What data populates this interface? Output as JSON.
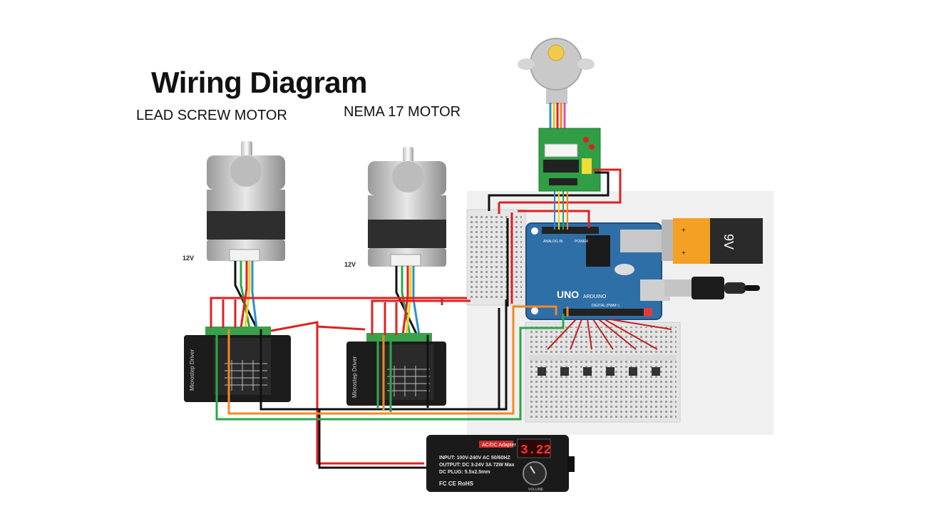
{
  "title": "Wiring Diagram",
  "lead_screw_label": "LEAD SCREW MOTOR",
  "nema_label": "NEMA 17 MOTOR",
  "voltage_label_1": "12V",
  "voltage_label_2": "12V",
  "battery": {
    "label": "9V"
  },
  "arduino": {
    "model": "UNO",
    "brand": "ARDUINO",
    "analog_label": "ANALOG IN",
    "power_label": "POWER",
    "digital_label": "DIGITAL (PWM~)"
  },
  "driver": {
    "brand": "Microstep Driver"
  },
  "adapter": {
    "header": "AC/DC Adapter",
    "display": "3.22",
    "input": "INPUT: 100V-240V AC 50/60HZ",
    "output": "OUTPUT: DC 3-24V 3A 72W Max",
    "plug": "DC PLUG:  5.5x2.5mm",
    "cert": "FC CE RoHS",
    "knob": "VOLUME"
  },
  "colors": {
    "red": "#e02020",
    "black": "#111111",
    "green": "#2aa84a",
    "orange": "#f08a24",
    "blue": "#2b8fd6",
    "yellow": "#f2d21b",
    "arduino_blue": "#2f6fa8"
  }
}
